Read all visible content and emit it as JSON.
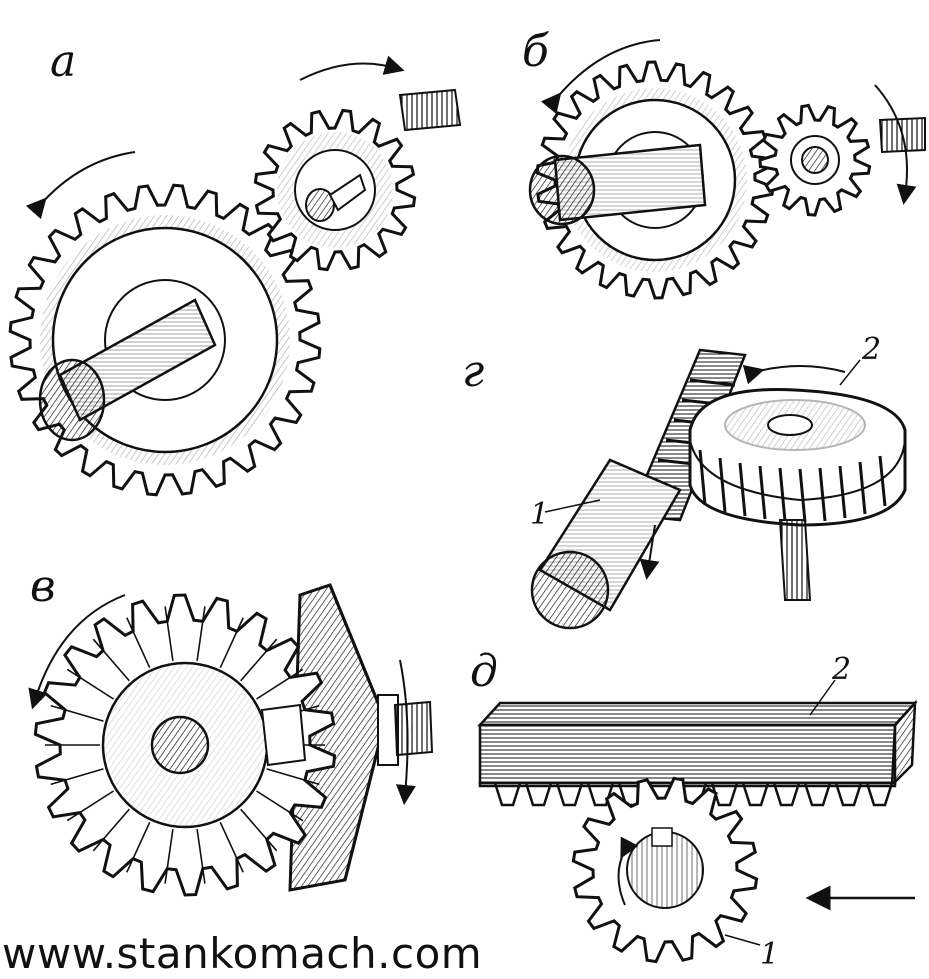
{
  "panels": {
    "a": {
      "letter": "а"
    },
    "b": {
      "letter": "б"
    },
    "v": {
      "letter": "в"
    },
    "g": {
      "letter": "г",
      "part_labels": [
        "1",
        "2"
      ]
    },
    "d": {
      "letter": "д",
      "part_labels": [
        "1",
        "2"
      ]
    }
  },
  "footer": {
    "website": "www.stankomach.com"
  },
  "colors": {
    "ink": "#111111",
    "paper": "#ffffff",
    "shade": "#6b6b6b"
  },
  "icons": [
    "spur-gear-icon",
    "bevel-gear-icon",
    "worm-gear-icon",
    "rack-icon",
    "shaft-icon",
    "rotation-arrow-icon"
  ]
}
